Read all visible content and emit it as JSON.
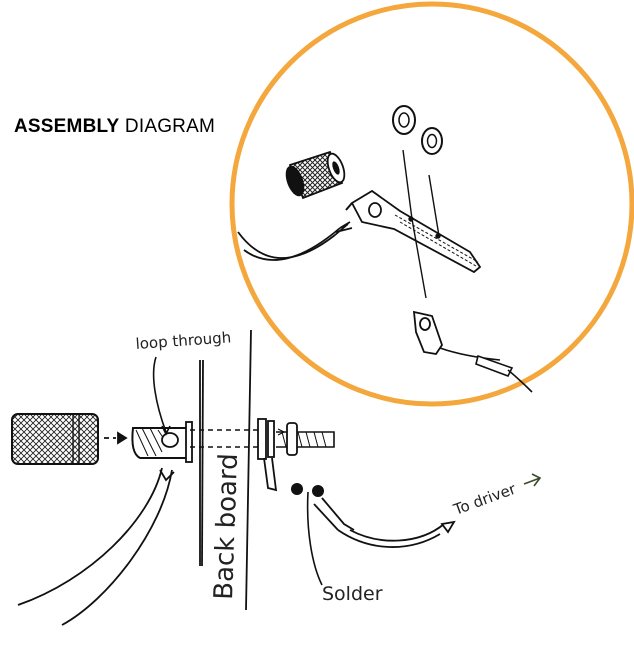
{
  "title": {
    "bold": "ASSEMBLY",
    "rest": " DIAGRAM"
  },
  "labels": {
    "loop_through": "loop through",
    "back_board": "Back board",
    "solder": "Solder",
    "to_driver": "To driver"
  },
  "colors": {
    "circle": "#F4A73C",
    "ink": "#1a1a1a"
  }
}
